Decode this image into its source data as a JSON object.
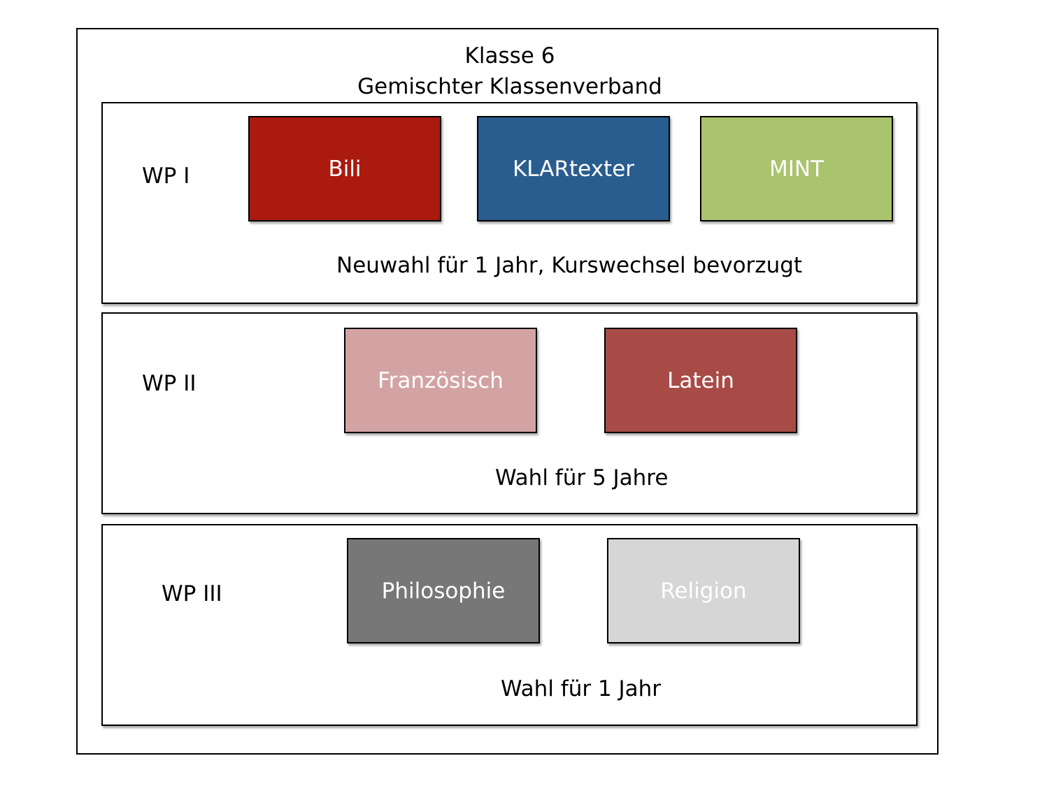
{
  "header": {
    "title": "Klasse 6",
    "subtitle": "Gemischter Klassenverband"
  },
  "sections": [
    {
      "label": "WP I",
      "note": "Neuwahl für 1 Jahr, Kurswechsel bevorzugt",
      "courses": [
        {
          "label": "Bili",
          "color": "#aa1a0e"
        },
        {
          "label": "KLARtexter",
          "color": "#2a5d8f"
        },
        {
          "label": "MINT",
          "color": "#a9c46c"
        }
      ]
    },
    {
      "label": "WP II",
      "note": "Wahl für 5 Jahre",
      "courses": [
        {
          "label": "Französisch",
          "color": "#d3a3a3"
        },
        {
          "label": "Latein",
          "color": "#a84b46"
        }
      ]
    },
    {
      "label": "WP III",
      "note": "Wahl für 1 Jahr",
      "courses": [
        {
          "label": "Philosophie",
          "color": "#777777"
        },
        {
          "label": "Religion",
          "color": "#d6d6d6"
        }
      ]
    }
  ]
}
